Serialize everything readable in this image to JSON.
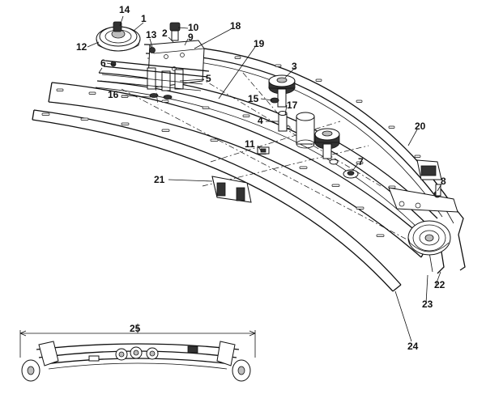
{
  "diagram": {
    "callouts": [
      {
        "id": "c14",
        "label": "14"
      },
      {
        "id": "c1",
        "label": "1"
      },
      {
        "id": "c10",
        "label": "10"
      },
      {
        "id": "c2",
        "label": "2"
      },
      {
        "id": "c9",
        "label": "9"
      },
      {
        "id": "c18",
        "label": "18"
      },
      {
        "id": "c12",
        "label": "12"
      },
      {
        "id": "c13",
        "label": "13"
      },
      {
        "id": "c6",
        "label": "6"
      },
      {
        "id": "c19",
        "label": "19"
      },
      {
        "id": "c3",
        "label": "3"
      },
      {
        "id": "c5",
        "label": "5"
      },
      {
        "id": "c16",
        "label": "16"
      },
      {
        "id": "c15",
        "label": "15"
      },
      {
        "id": "c17",
        "label": "17"
      },
      {
        "id": "c4",
        "label": "4"
      },
      {
        "id": "c20",
        "label": "20"
      },
      {
        "id": "c11",
        "label": "11"
      },
      {
        "id": "c7",
        "label": "7"
      },
      {
        "id": "c21",
        "label": "21"
      },
      {
        "id": "c8",
        "label": "8"
      },
      {
        "id": "c22",
        "label": "22"
      },
      {
        "id": "c23",
        "label": "23"
      },
      {
        "id": "c24",
        "label": "24"
      },
      {
        "id": "c25",
        "label": "25"
      }
    ]
  }
}
